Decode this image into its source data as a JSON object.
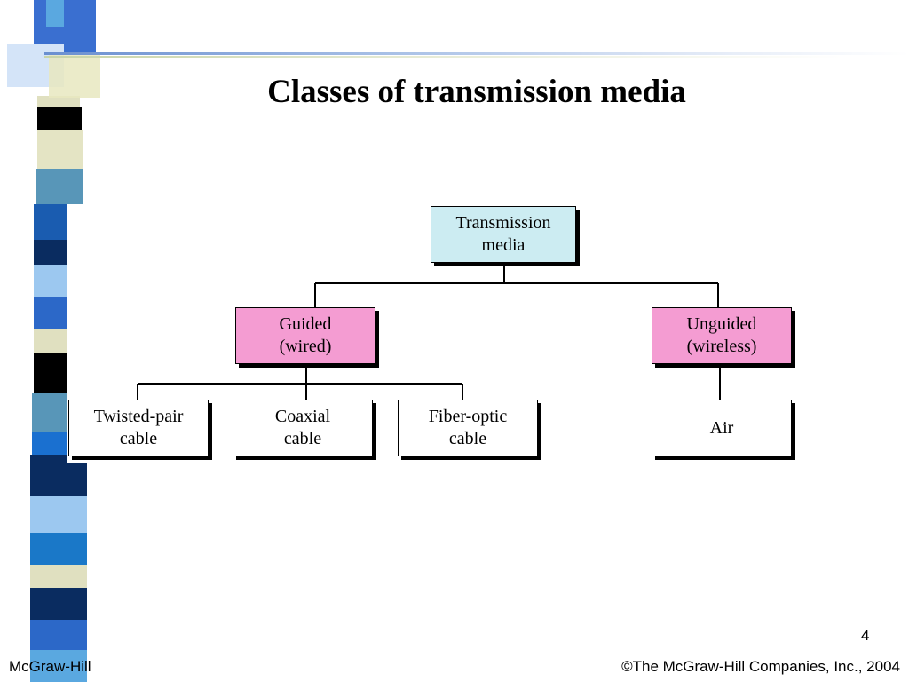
{
  "slide": {
    "title": "Classes of transmission media",
    "page_number": "4",
    "footer_left": "McGraw-Hill",
    "footer_right": "©The McGraw-Hill Companies, Inc., 2004"
  },
  "diagram": {
    "root": "Transmission\nmedia",
    "guided": "Guided\n(wired)",
    "unguided": "Unguided\n(wireless)",
    "twisted_pair": "Twisted-pair\ncable",
    "coaxial": "Coaxial\ncable",
    "fiber_optic": "Fiber-optic\ncable",
    "air": "Air"
  },
  "colors": {
    "root_fill": "#ccecf2",
    "category_fill": "#f49cd2",
    "leaf_fill": "#ffffff"
  }
}
